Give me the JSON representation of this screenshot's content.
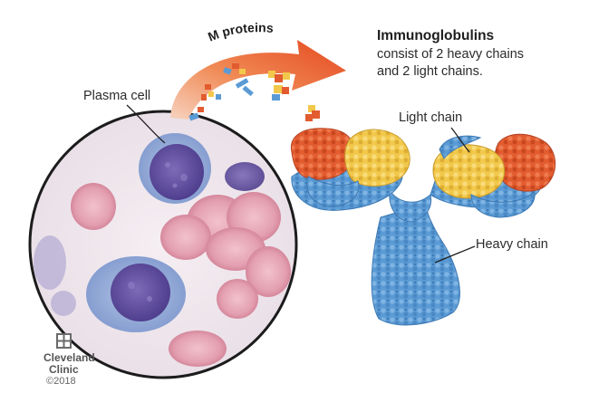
{
  "header": {
    "title": "Immunoglobulins",
    "subtitle_line1": "consist of 2 heavy chains",
    "subtitle_line2": "and 2 light chains."
  },
  "labels": {
    "m_proteins": "M proteins",
    "plasma_cell": "Plasma cell",
    "light_chain": "Light chain",
    "heavy_chain": "Heavy chain"
  },
  "branding": {
    "name_line1": "Cleveland",
    "name_line2": "Clinic",
    "copyright": "©2018"
  },
  "colors": {
    "heavy_chain": "#5b9bd5",
    "light_chain_inner": "#f2c84b",
    "light_chain_outer": "#e25c30",
    "arrow": "#e8542a",
    "cell_cytoplasm": "#8fa8d4",
    "cell_nucleus": "#5a4a9a",
    "red_blood_cell": "#e6a0b0"
  }
}
